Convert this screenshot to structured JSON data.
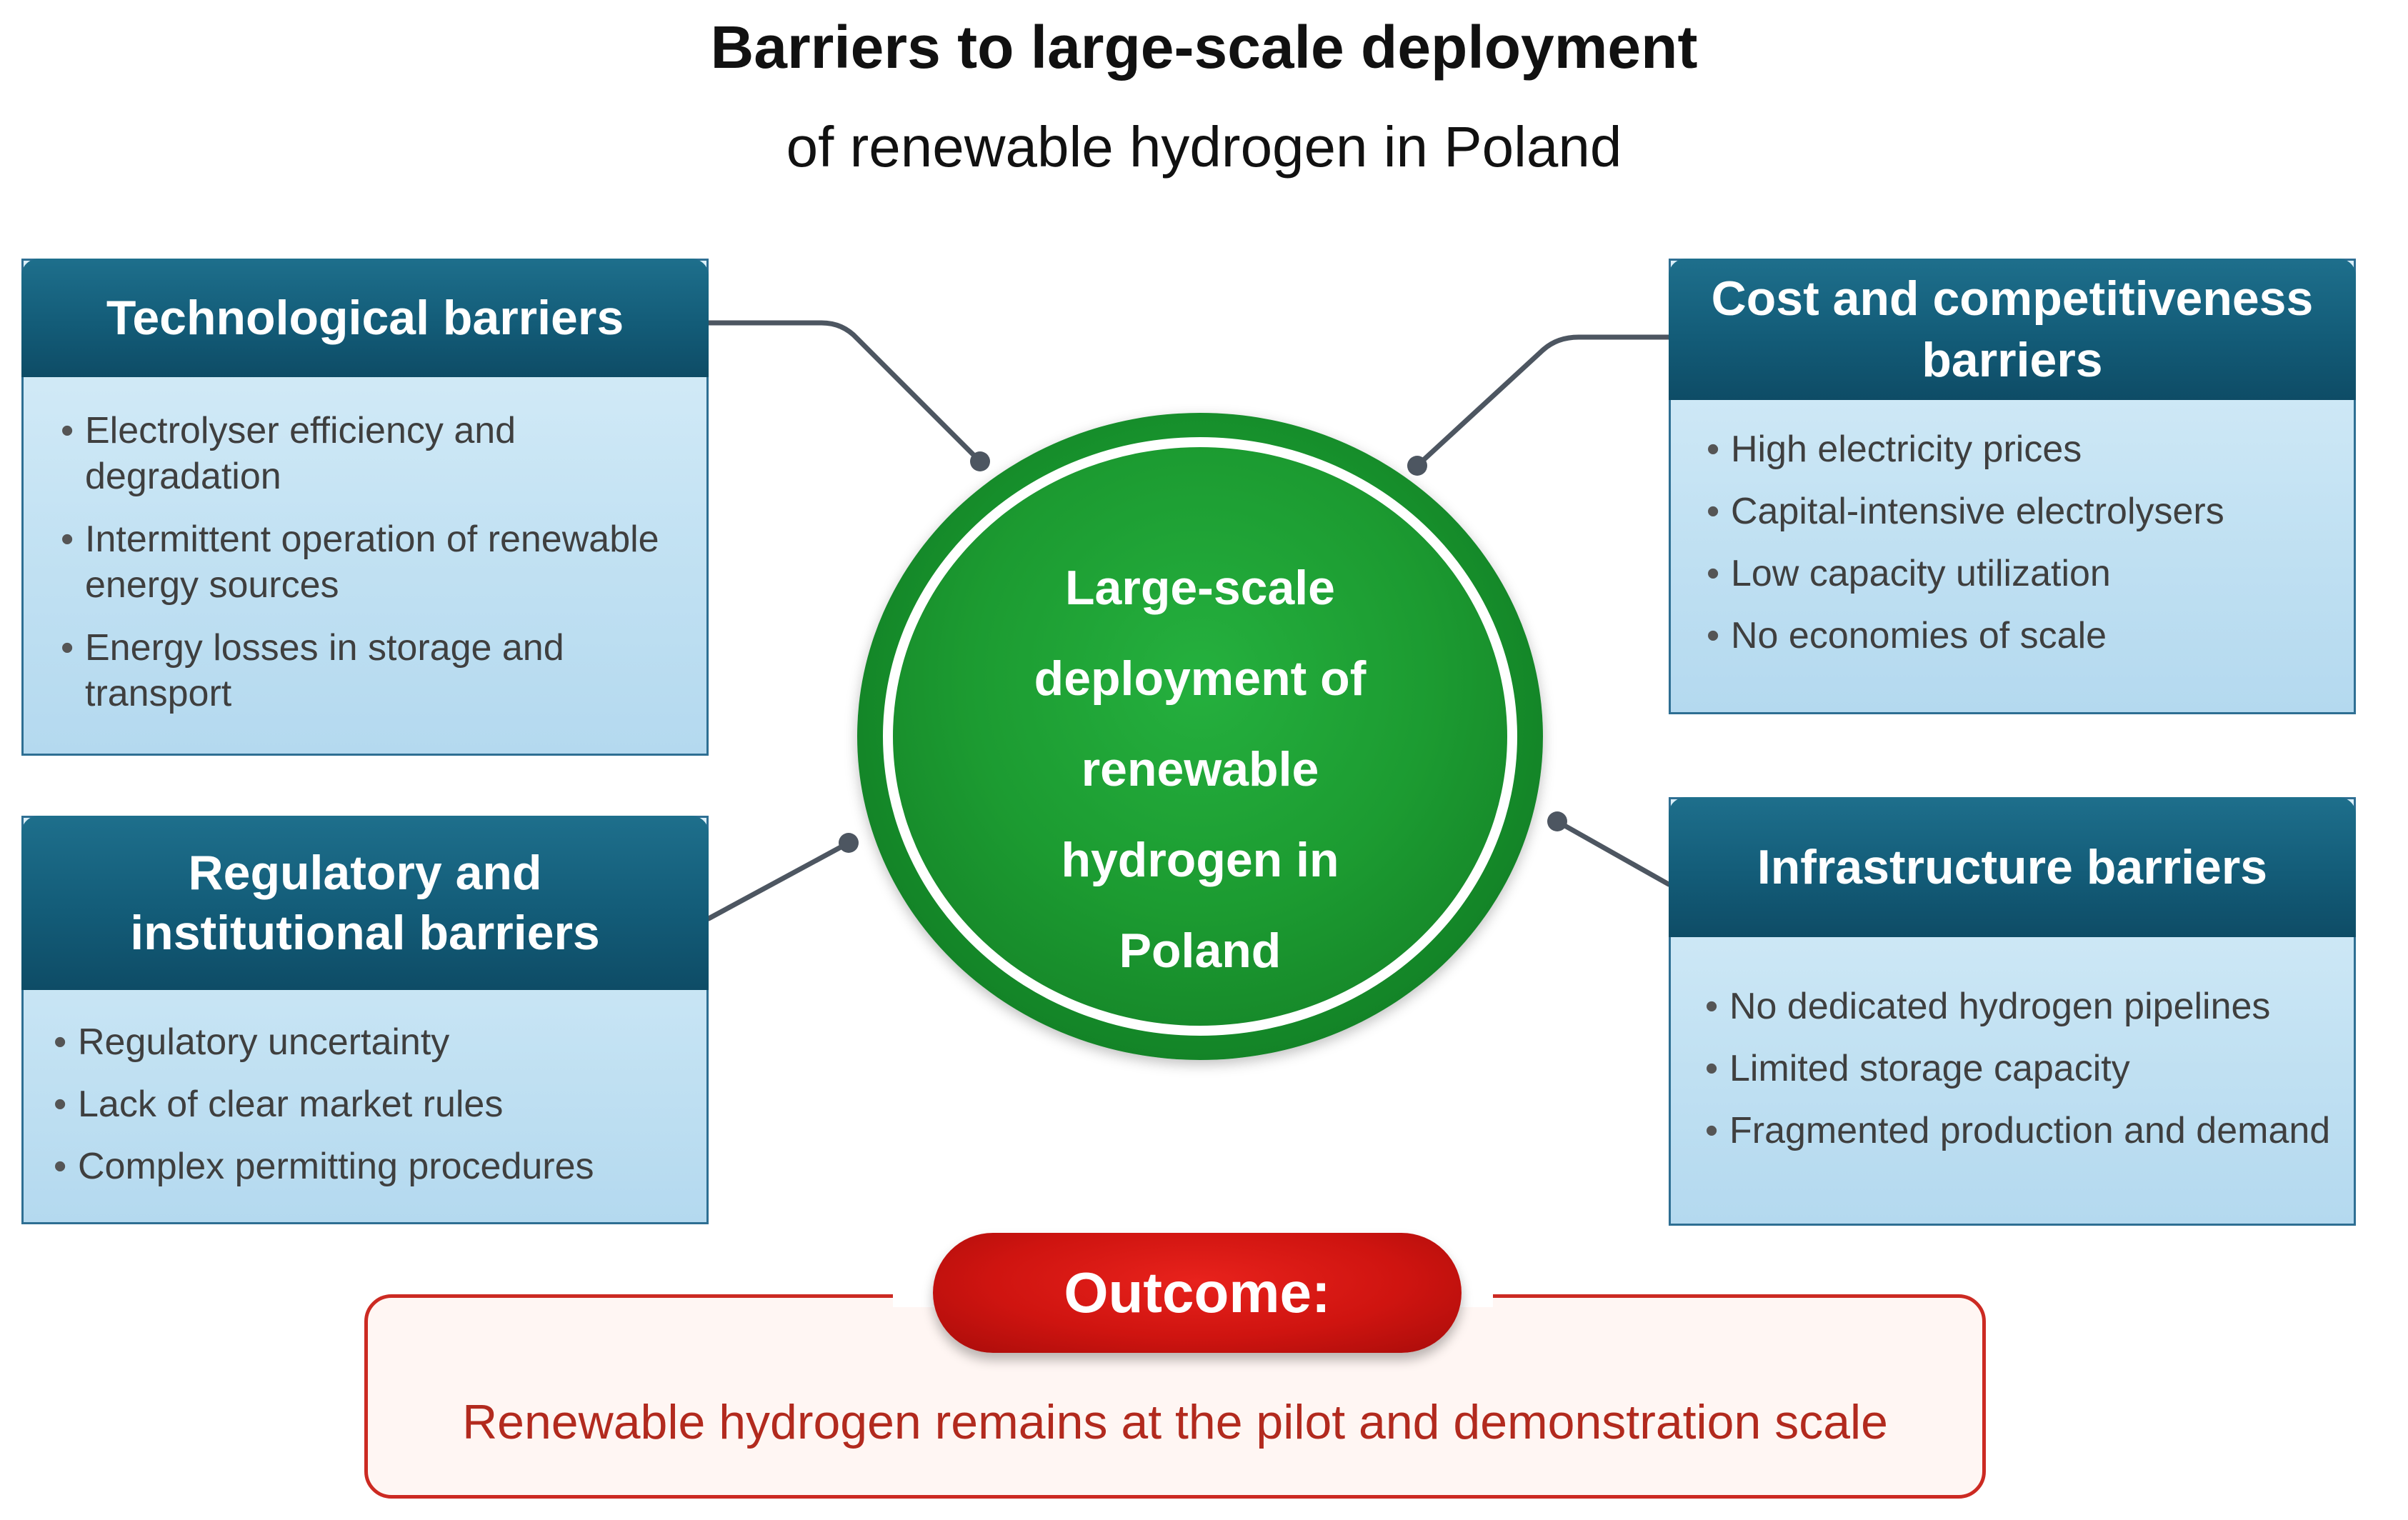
{
  "title": {
    "line1": "Barriers to large-scale deployment",
    "line2": "of renewable hydrogen in Poland"
  },
  "center": {
    "lines": [
      "Large-scale",
      "deployment of",
      "renewable",
      "hydrogen in",
      "Poland"
    ]
  },
  "panels": {
    "technological": {
      "heading": "Technological barriers",
      "items": [
        "Electrolyser efficiency and degradation",
        "Intermittent operation of renewable energy sources",
        "Energy losses in storage and transport"
      ]
    },
    "regulatory": {
      "heading_lines": [
        "Regulatory and",
        "institutional barriers"
      ],
      "items": [
        "Regulatory uncertainty",
        "Lack of clear market rules",
        "Complex permitting procedures"
      ]
    },
    "cost": {
      "heading_lines": [
        "Cost and competitiveness",
        "barriers"
      ],
      "items": [
        "High electricity prices",
        "Capital-intensive electrolysers",
        "Low capacity utilization",
        "No economies of scale"
      ]
    },
    "infrastructure": {
      "heading": "Infrastructure barriers",
      "items": [
        "No dedicated hydrogen pipelines",
        "Limited storage capacity",
        "Fragmented production and demand"
      ]
    }
  },
  "outcome": {
    "label": "Outcome:",
    "text": "Renewable hydrogen remains at the pilot and demonstration scale"
  },
  "colors": {
    "panel_header": "#135c78",
    "panel_body": "#c3e2f3",
    "hub_green": "#1c9b31",
    "outcome_red": "#cf1410",
    "outcome_text": "#b22a1e",
    "connector": "#4d5661"
  }
}
